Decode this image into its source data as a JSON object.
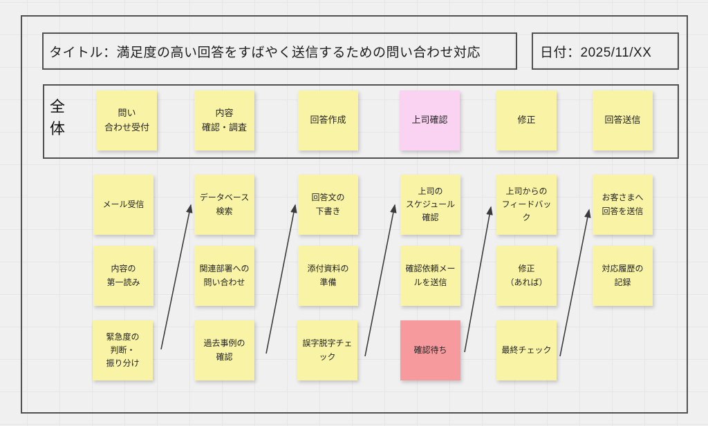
{
  "board": {
    "title": "タイトル：満足度の高い回答をすばやく送信するための問い合わせ対応",
    "date": "日付：2025/11/XX",
    "overview_label": "全\n体"
  },
  "colors": {
    "background": "#F0F0F0",
    "grid_line": "#E6E6E6",
    "frame_border": "#4F4F4F",
    "note_yellow": "#F8F3A5",
    "note_pink": "#F9D3F1",
    "note_red": "#F79A9D",
    "arrow": "#3A3A3A"
  },
  "overview_notes": [
    {
      "label": "問い\n合わせ受付",
      "color": "yellow"
    },
    {
      "label": "内容\n確認・調査",
      "color": "yellow"
    },
    {
      "label": "回答作成",
      "color": "yellow"
    },
    {
      "label": "上司確認",
      "color": "pink"
    },
    {
      "label": "修正",
      "color": "yellow"
    },
    {
      "label": "回答送信",
      "color": "yellow"
    }
  ],
  "columns": [
    {
      "name": "inquiry-intake",
      "notes": [
        {
          "label": "メール受信",
          "color": "yellow"
        },
        {
          "label": "内容の\n第一読み",
          "color": "yellow"
        },
        {
          "label": "緊急度の\n判断・\n振り分け",
          "color": "yellow"
        }
      ]
    },
    {
      "name": "content-research",
      "notes": [
        {
          "label": "データベース\n検索",
          "color": "yellow"
        },
        {
          "label": "関連部署への\n問い合わせ",
          "color": "yellow"
        },
        {
          "label": "過去事例の\n確認",
          "color": "yellow"
        }
      ]
    },
    {
      "name": "answer-drafting",
      "notes": [
        {
          "label": "回答文の\n下書き",
          "color": "yellow"
        },
        {
          "label": "添付資料の\n準備",
          "color": "yellow"
        },
        {
          "label": "誤字脱字チェ\nック",
          "color": "yellow"
        }
      ]
    },
    {
      "name": "boss-review",
      "notes": [
        {
          "label": "上司の\nスケジュール\n確認",
          "color": "yellow"
        },
        {
          "label": "確認依頼メー\nルを送信",
          "color": "yellow"
        },
        {
          "label": "確認待ち",
          "color": "red"
        }
      ]
    },
    {
      "name": "revision",
      "notes": [
        {
          "label": "上司からの\nフィードバッ\nク",
          "color": "yellow"
        },
        {
          "label": "修正\n（あれば）",
          "color": "yellow"
        },
        {
          "label": "最終チェック",
          "color": "yellow"
        }
      ]
    },
    {
      "name": "answer-sending",
      "notes": [
        {
          "label": "お客さまへ\n回答を送信",
          "color": "yellow"
        },
        {
          "label": "対応履歴の\n記録",
          "color": "yellow"
        }
      ]
    }
  ]
}
